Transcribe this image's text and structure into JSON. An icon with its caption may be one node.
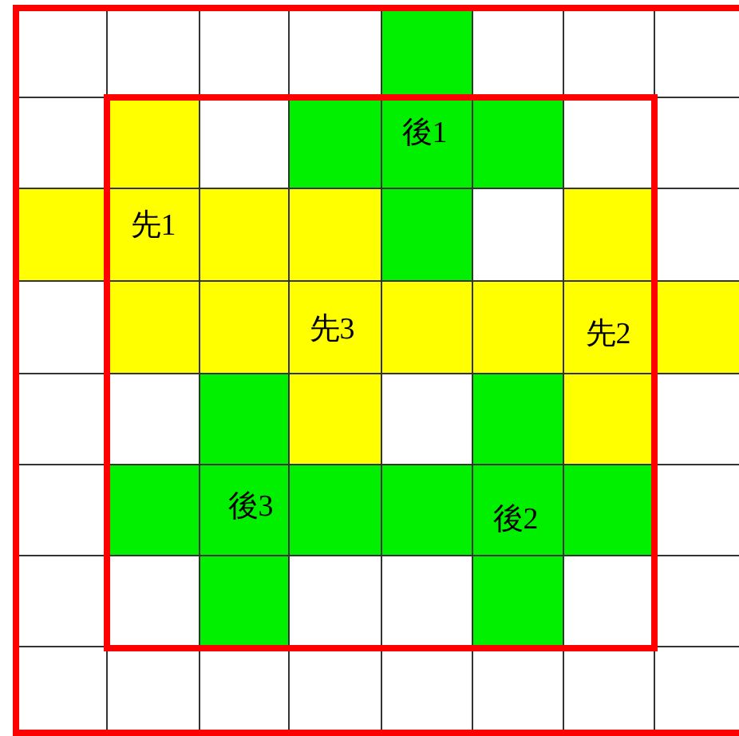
{
  "diagram": {
    "labels": [
      "後1",
      "先1",
      "先3",
      "先2",
      "後3",
      "後2"
    ]
  }
}
